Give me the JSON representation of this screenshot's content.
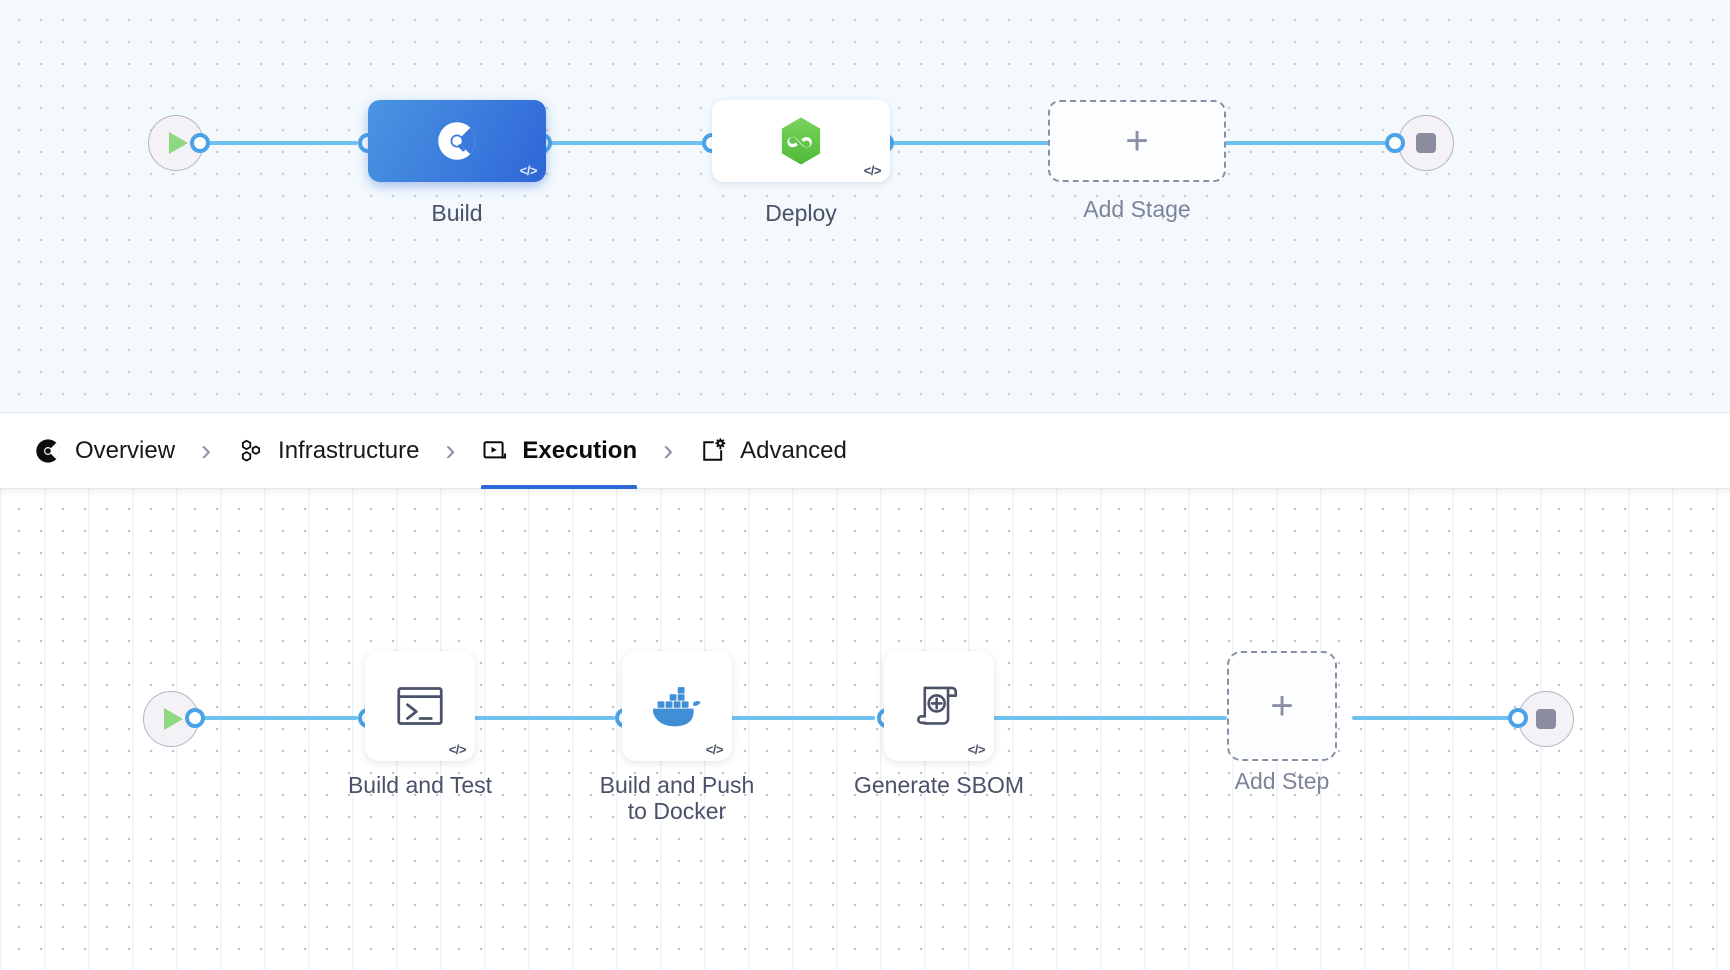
{
  "stages_canvas": {
    "start_node": {
      "name": "pipeline-start",
      "icon": "play-icon"
    },
    "end_node": {
      "name": "pipeline-end",
      "icon": "stop-icon"
    },
    "stages": [
      {
        "label": "Build",
        "icon": "build-circle-icon",
        "selected": true,
        "code_badge": "</>"
      },
      {
        "label": "Deploy",
        "icon": "harness-hexagon-icon",
        "selected": false,
        "code_badge": "</>"
      },
      {
        "label": "Add Stage",
        "icon": "plus-icon",
        "ghost": true,
        "code_badge": ""
      }
    ]
  },
  "tabs": {
    "separator": "›",
    "items": [
      {
        "label": "Overview",
        "icon": "overview-pie-icon",
        "active": false
      },
      {
        "label": "Infrastructure",
        "icon": "infrastructure-hex-icon",
        "active": false
      },
      {
        "label": "Execution",
        "icon": "execution-play-box-icon",
        "active": true
      },
      {
        "label": "Advanced",
        "icon": "advanced-gear-box-icon",
        "active": false
      }
    ]
  },
  "steps_canvas": {
    "start_node": {
      "name": "execution-start",
      "icon": "play-icon"
    },
    "end_node": {
      "name": "execution-end",
      "icon": "stop-icon"
    },
    "steps": [
      {
        "label": "Build and Test",
        "icon": "terminal-icon",
        "code_badge": "</>"
      },
      {
        "label": "Build and Push\nto Docker",
        "icon": "docker-icon",
        "code_badge": "</>"
      },
      {
        "label": "Generate SBOM",
        "icon": "sbom-scroll-icon",
        "code_badge": "</>"
      },
      {
        "label": "Add Step",
        "icon": "plus-icon",
        "ghost": true,
        "code_badge": ""
      }
    ]
  },
  "colors": {
    "connector": "#6fc2f0",
    "port": "#4aa3e8",
    "selected_stage": "#2f66d8",
    "active_tab_underline": "#2d68d9",
    "play_green": "#8ed882",
    "stop_gray": "#8b8ca0",
    "docker_blue": "#3f8ed6",
    "harness_green": "#63c54a",
    "canvas_top_bg": "#f3f9fd",
    "canvas_bottom_bg": "#ffffff"
  }
}
